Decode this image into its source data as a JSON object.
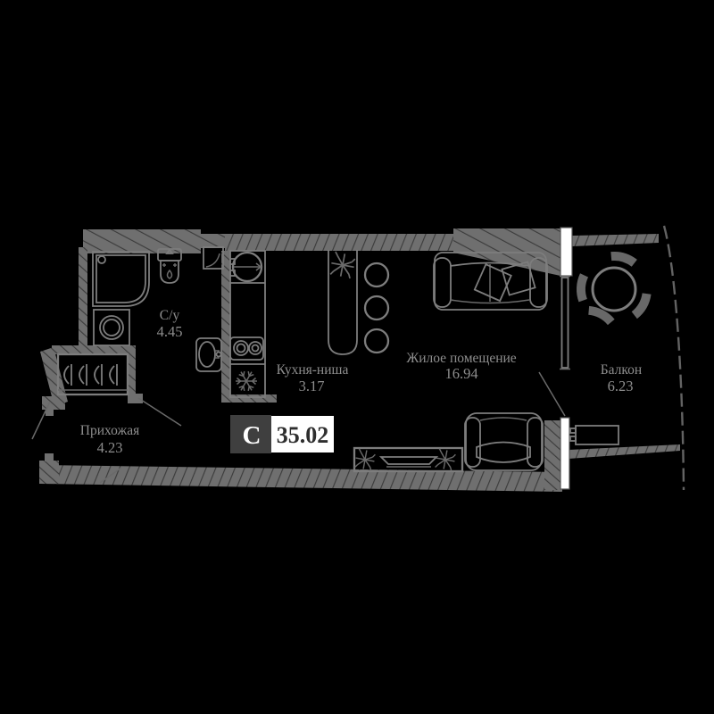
{
  "plan": {
    "title": "Studio apartment floor plan",
    "type_badge": {
      "label": "С",
      "total_area": "35.02"
    },
    "rooms": [
      {
        "key": "bathroom",
        "name": "С/у",
        "area": "4.45"
      },
      {
        "key": "hallway",
        "name": "Прихожая",
        "area": "4.23"
      },
      {
        "key": "kitchen",
        "name": "Кухня-ниша",
        "area": "3.17"
      },
      {
        "key": "living",
        "name": "Жилое помещение",
        "area": "16.94"
      },
      {
        "key": "balcony",
        "name": "Балкон",
        "area": "6.23"
      }
    ]
  },
  "icons": {
    "fridge": "snowflake-glyph",
    "plant": "starburst-glyph",
    "hanger": "arc-and-bar-glyph",
    "burner": "double-circle-glyph"
  },
  "colors": {
    "background": "#000000",
    "wall_fill": "#6f6f6f",
    "wall_hatch": "#3c3c3c",
    "outline": "#7d7d7d",
    "text": "#8d8d8d",
    "badge_dark_bg": "#3f3f3f",
    "badge_light_bg": "#ffffff",
    "badge_dark_text": "#2e2e2e",
    "badge_light_text": "#ffffff",
    "window_fill": "#ffffff"
  }
}
